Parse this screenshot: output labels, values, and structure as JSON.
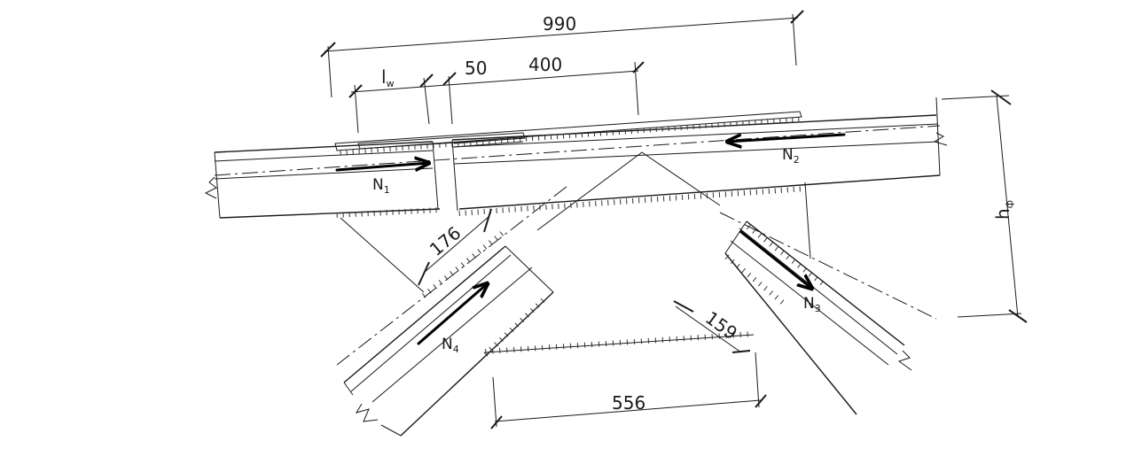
{
  "title": "",
  "dimensions": {
    "total_length": "990",
    "weld_length": "l",
    "weld_length_sub": "w",
    "gap": "50",
    "splice_length": "400",
    "brace_left_offset": "176",
    "brace_right_offset": "159",
    "bottom_spacing": "556",
    "gusset_height": "h",
    "gusset_height_sub": "ф"
  },
  "forces": {
    "n1": {
      "label": "N",
      "sub": "1"
    },
    "n2": {
      "label": "N",
      "sub": "2"
    },
    "n3": {
      "label": "N",
      "sub": "3"
    },
    "n4": {
      "label": "N",
      "sub": "4"
    }
  },
  "colors": {
    "line": "#1a1a1a",
    "background": "#ffffff"
  }
}
